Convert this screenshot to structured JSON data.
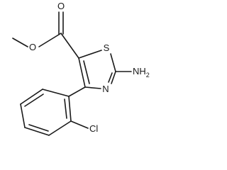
{
  "labels": {
    "carbonyl_oxygen": "O",
    "ester_oxygen": "O",
    "ring_sulfur": "S",
    "ring_nitrogen": "N",
    "amino": "NH",
    "amino_subscript": "2",
    "chloro": "Cl"
  },
  "colors": {
    "bond": "#1a1a1a",
    "text": "#1a1a1a",
    "background": "#ffffff"
  }
}
